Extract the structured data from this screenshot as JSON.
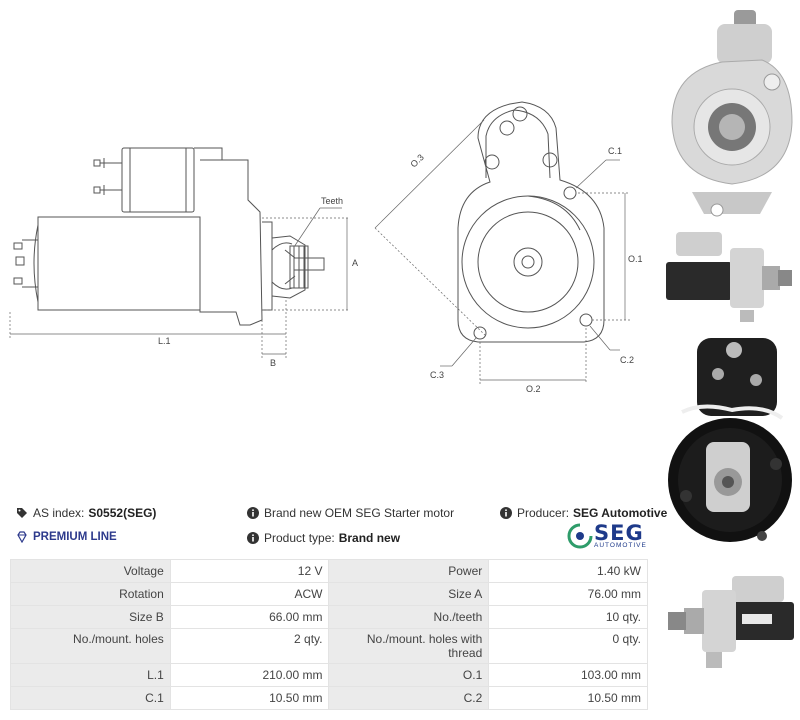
{
  "drawing": {
    "labels": {
      "teeth": "Teeth",
      "a": "A",
      "b": "B",
      "l1": "L.1",
      "o3": "O.3",
      "c1": "C.1",
      "o1": "O.1",
      "c2": "C.2",
      "c3": "C.3",
      "o2": "O.2"
    }
  },
  "info": {
    "as_index_label": "AS index:",
    "as_index_value": "S0552(SEG)",
    "premium_line": "PREMIUM LINE",
    "description": "Brand new OEM SEG Starter motor",
    "product_type_label": "Product type:",
    "product_type_value": "Brand new",
    "producer_label": "Producer:",
    "producer_value": "SEG Automotive",
    "logo_word": "SEG",
    "logo_sub": "AUTOMOTIVE"
  },
  "specs": [
    {
      "l1": "Voltage",
      "v1": "12 V",
      "l2": "Power",
      "v2": "1.40 kW"
    },
    {
      "l1": "Rotation",
      "v1": "ACW",
      "l2": "Size A",
      "v2": "76.00 mm"
    },
    {
      "l1": "Size B",
      "v1": "66.00 mm",
      "l2": "No./teeth",
      "v2": "10 qty."
    },
    {
      "l1": "No./mount. holes",
      "v1": "2 qty.",
      "l2": "No./mount. holes with thread",
      "v2": "0 qty."
    },
    {
      "l1": "L.1",
      "v1": "210.00 mm",
      "l2": "O.1",
      "v2": "103.00 mm"
    },
    {
      "l1": "C.1",
      "v1": "10.50 mm",
      "l2": "C.2",
      "v2": "10.50 mm"
    }
  ],
  "colors": {
    "premium": "#2d3a8c",
    "logo_blue": "#1e3a8a",
    "logo_green": "#2e9c6a",
    "label_bg": "#ebebeb"
  }
}
